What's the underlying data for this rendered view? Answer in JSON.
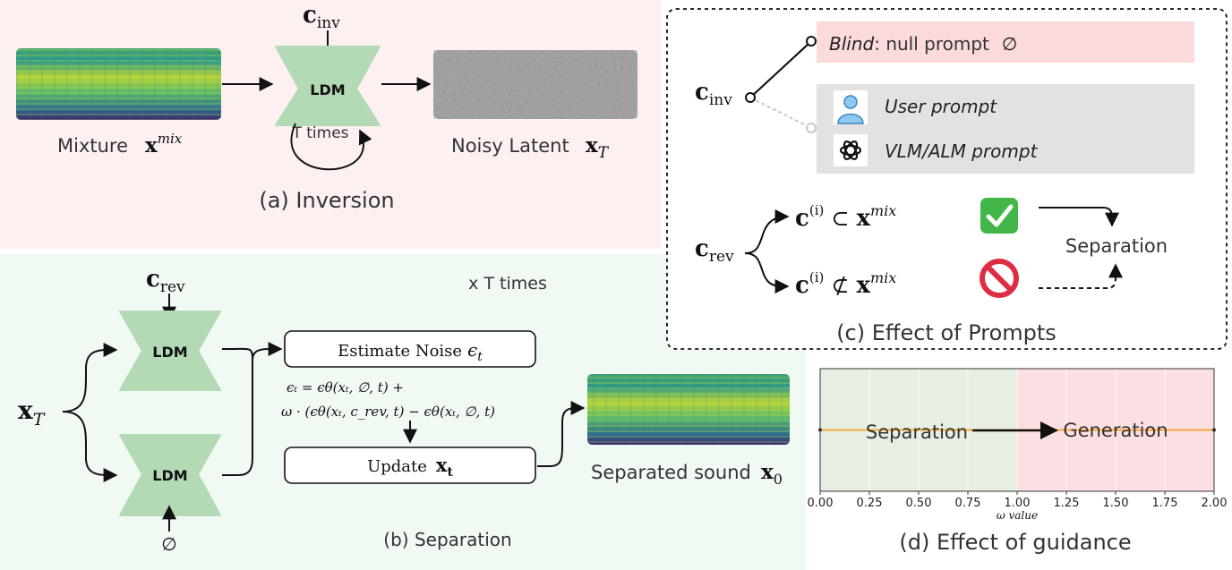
{
  "panel_a": {
    "caption": "(a) Inversion",
    "cond_base": "c",
    "cond_sub": "inv",
    "ldm": "LDM",
    "loop_label": "T times",
    "mixture_label": "Mixture",
    "mixture_sym": "x",
    "mixture_sup": "mix",
    "noisy_label": "Noisy Latent",
    "noisy_sym": "x",
    "noisy_sub": "T"
  },
  "panel_b": {
    "caption": "(b) Separation",
    "cond_base": "c",
    "cond_sub": "rev",
    "ldm_top": "LDM",
    "ldm_bottom": "LDM",
    "null_sym": "∅",
    "repeat_label": "x T times",
    "input_sym": "x",
    "input_sub": "T",
    "estimate_label": "Estimate Noise",
    "estimate_sym": "ϵ",
    "estimate_sub": "t",
    "eq_line1": "ϵₜ = ϵθ(xₜ, ∅, t) +",
    "eq_line2": "ω · (ϵθ(xₜ, c_rev, t) − ϵθ(xₜ, ∅, t)",
    "update_label": "Update",
    "update_sym": "x",
    "update_sub": "t",
    "output_label": "Separated sound",
    "output_sym": "x",
    "output_sub": "0"
  },
  "panel_c": {
    "caption": "(c) Effect of Prompts",
    "cinv_base": "c",
    "cinv_sub": "inv",
    "blind_italic": "Blind",
    "blind_rest": ": null prompt",
    "blind_sym": "∅",
    "user_prompt": "User prompt",
    "vlm_prompt": "VLM/ALM prompt",
    "crev_base": "c",
    "crev_sub": "rev",
    "rel_top_c": "c",
    "rel_top_sup": "(i)",
    "rel_top_op": "⊂",
    "rel_top_x": "x",
    "rel_top_xsup": "mix",
    "rel_bot_c": "c",
    "rel_bot_sup": "(i)",
    "rel_bot_op": "⊄",
    "rel_bot_x": "x",
    "rel_bot_xsup": "mix",
    "separation_label": "Separation"
  },
  "panel_d": {
    "caption": "(d) Effect of guidance",
    "separation_label": "Separation",
    "generation_label": "Generation",
    "xlabel": "ω value"
  },
  "colors": {
    "inversion_bg": "#fdf0f0",
    "separation_bg": "#f1f9f3",
    "ldm_fill": "#b3d9b5",
    "blind_bg": "#fadada",
    "prompt_bg": "#e2e2e2",
    "sep_region": "#e6efe1",
    "gen_region": "#fbdfe3",
    "guidance_line": "#f4a83a",
    "check_green": "#43b649",
    "stop_red": "#dd2e44",
    "user_icon": "#5fa8dc"
  },
  "chart_data": {
    "type": "line",
    "xlabel": "ω value",
    "xlim": [
      0.0,
      2.0
    ],
    "xticks": [
      "0.00",
      "0.25",
      "0.50",
      "0.75",
      "1.00",
      "1.25",
      "1.50",
      "1.75",
      "2.00"
    ],
    "regions": [
      {
        "name": "Separation",
        "x": [
          0.0,
          1.0
        ]
      },
      {
        "name": "Generation",
        "x": [
          1.0,
          2.0
        ]
      }
    ],
    "series": [
      {
        "x": [
          0.0,
          2.0
        ],
        "y": [
          0.5,
          0.5
        ]
      }
    ],
    "ylim": [
      0,
      1
    ],
    "grid": true
  }
}
